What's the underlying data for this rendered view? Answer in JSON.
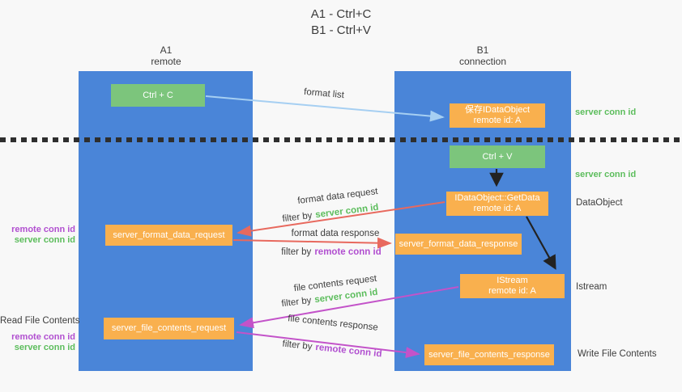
{
  "title": {
    "line1": "A1 - Ctrl+C",
    "line2": "B1 - Ctrl+V"
  },
  "columns": {
    "left": {
      "name": "A1",
      "subtitle": "remote"
    },
    "right": {
      "name": "B1",
      "subtitle": "connection"
    }
  },
  "nodes": {
    "ctrl_c": {
      "label": "Ctrl + C"
    },
    "save_dataobject": {
      "line1": "保存IDataObject",
      "line2": "remote id: A"
    },
    "ctrl_v": {
      "label": "Ctrl + V"
    },
    "getdata": {
      "line1": "IDataObject::GetData",
      "line2": "remote id: A"
    },
    "format_request": {
      "label": "server_format_data_request"
    },
    "format_response": {
      "label": "server_format_data_response"
    },
    "istream": {
      "line1": "IStream",
      "line2": "remote id: A"
    },
    "file_request": {
      "label": "server_file_contents_request"
    },
    "file_response": {
      "label": "server_file_contents_response"
    }
  },
  "flow_labels": {
    "format_list": "format list",
    "format_request": "format data request",
    "format_request_filter_prefix": "filter by",
    "format_request_filter_key": "server conn id",
    "format_response": "format data response",
    "format_response_filter_prefix": "filter by",
    "format_response_filter_key": "remote conn id",
    "file_request": "file contents request",
    "file_request_filter_prefix": "filter by",
    "file_request_filter_key": "server conn id",
    "file_response": "file contents response",
    "file_response_filter_prefix": "filter by",
    "file_response_filter_key": "remote conn id"
  },
  "side_labels": {
    "right_server_conn_1": "server conn id",
    "right_server_conn_2": "server conn id",
    "right_dataobject": "DataObject",
    "right_istream": "Istream",
    "right_write_file": "Write File Contents",
    "left_remote_conn_1": "remote conn id",
    "left_server_conn_1": "server conn id",
    "left_read_file": "Read File Contents",
    "left_remote_conn_2": "remote conn id",
    "left_server_conn_2": "server conn id"
  },
  "colors": {
    "column_blue": "#4a85d8",
    "node_green": "#7cc57c",
    "node_orange": "#f9b04e",
    "arrow_light_blue": "#a6cff2",
    "arrow_red": "#e8695e",
    "arrow_magenta": "#c353c9",
    "arrow_black": "#222222",
    "key_green": "#5cbd5c",
    "key_purple": "#b14fd0",
    "text_dark": "#3d3d3d",
    "background": "#f8f8f8"
  }
}
